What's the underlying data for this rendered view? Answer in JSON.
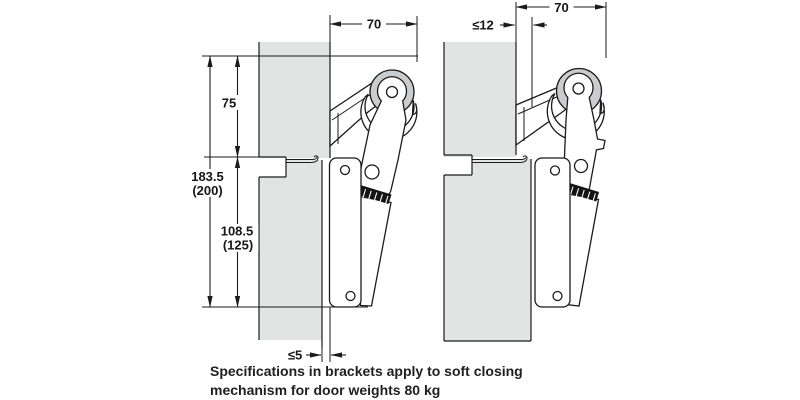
{
  "figure": {
    "left_view": {
      "dim_width": "70",
      "dim_upper": "75",
      "dim_total": "183.5",
      "dim_total_alt": "(200)",
      "dim_lower": "108.5",
      "dim_lower_alt": "(125)",
      "dim_gap": "≤5"
    },
    "right_view": {
      "dim_width": "70",
      "dim_gap": "≤12"
    },
    "caption": {
      "line1": "Specifications in brackets apply to soft closing",
      "line2": "mechanism for door weights 80 kg"
    },
    "colors": {
      "background": "#ffffff",
      "panel_fill": "#e2e3e3",
      "roller_fill": "#c9cdd0",
      "line": "#1b1b1b",
      "damper_fill": "#141414"
    }
  }
}
